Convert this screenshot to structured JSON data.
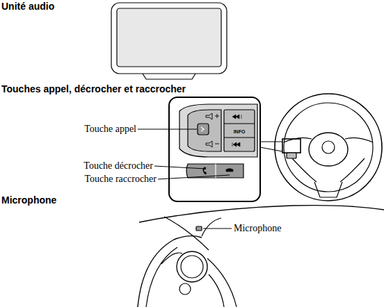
{
  "diagram": {
    "labels": [
      "Unité audio",
      "Touches appel, décrocher et raccrocher",
      "Touche appel",
      "INFO",
      "Touche décrocher",
      "Touche raccrocher",
      "Microphone",
      "Microphone"
    ]
  }
}
